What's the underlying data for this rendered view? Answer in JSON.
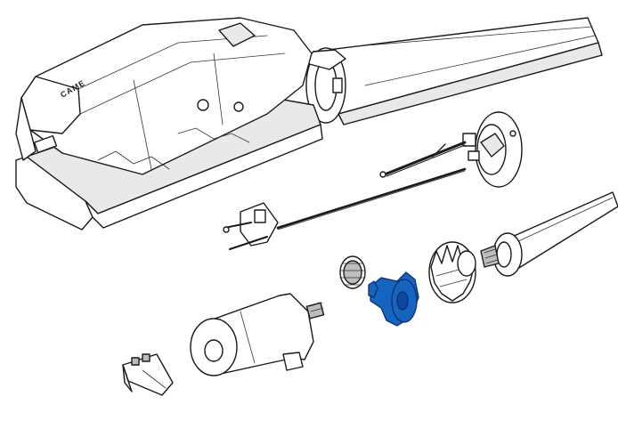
{
  "diagram": {
    "kind": "exploded-view",
    "brand_mark": "CAME",
    "highlight_color": "#1565c0",
    "line_color": "#1a1a1a",
    "background": "#ffffff",
    "highlighted_part": "drive-gear-assembly",
    "parts": [
      {
        "id": "operator-housing"
      },
      {
        "id": "extension-tube"
      },
      {
        "id": "limit-switch-rod"
      },
      {
        "id": "encoder-cap"
      },
      {
        "id": "cable-clip-bracket"
      },
      {
        "id": "small-pinion-gear"
      },
      {
        "id": "drive-gear-assembly"
      },
      {
        "id": "bevel-crown-gear"
      },
      {
        "id": "worm-screw-shaft"
      },
      {
        "id": "motor"
      },
      {
        "id": "terminal-block"
      }
    ]
  }
}
